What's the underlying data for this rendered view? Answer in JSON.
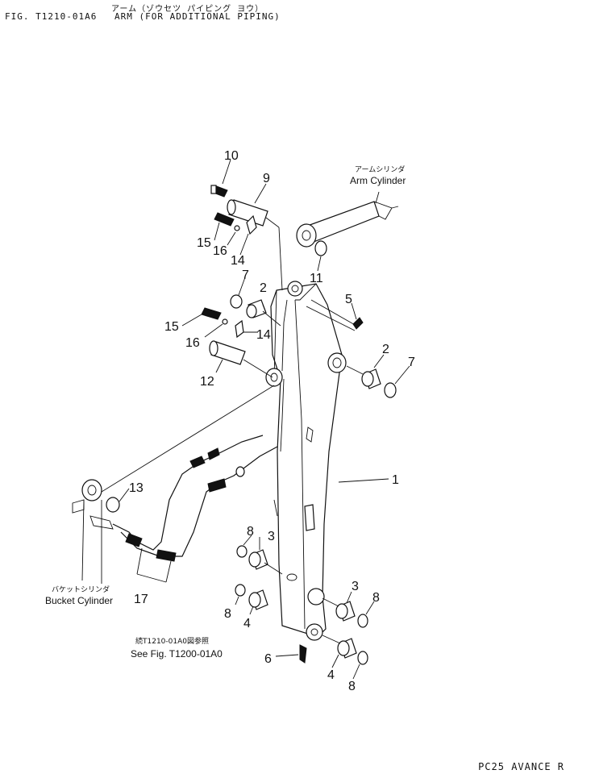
{
  "header": {
    "title_jp": "アーム（ゾウセツ パイピング ヨウ）",
    "fig_code": "FIG. T1210-01A6",
    "title_en": "ARM (FOR ADDITIONAL PIPING)"
  },
  "labels": {
    "arm_cylinder_jp": "アームシリンダ",
    "arm_cylinder_en": "Arm Cylinder",
    "bucket_cylinder_jp": "バケットシリンダ",
    "bucket_cylinder_en": "Bucket Cylinder",
    "ref_jp": "続T1210-01A0図参照",
    "ref_en": "See Fig. T1200-01A0"
  },
  "callouts": {
    "c1": "1",
    "c2a": "2",
    "c2b": "2",
    "c3a": "3",
    "c3b": "3",
    "c4a": "4",
    "c4b": "4",
    "c5": "5",
    "c6": "6",
    "c7a": "7",
    "c7b": "7",
    "c8a": "8",
    "c8b": "8",
    "c8c": "8",
    "c8d": "8",
    "c9": "9",
    "c10": "10",
    "c11": "11",
    "c12": "12",
    "c13": "13",
    "c14a": "14",
    "c14b": "14",
    "c15a": "15",
    "c15b": "15",
    "c16a": "16",
    "c16b": "16",
    "c17": "17"
  },
  "footer": {
    "model": "PC25 AVANCE R"
  }
}
